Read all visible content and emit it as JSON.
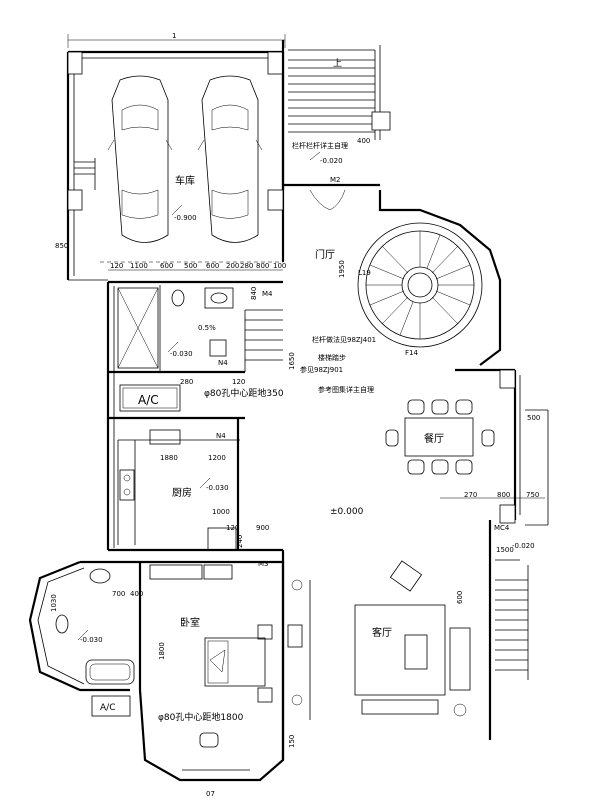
{
  "rooms": {
    "garage": "车库",
    "foyer": "门厅",
    "dining": "餐厅",
    "kitchen": "厨房",
    "bedroom": "卧室",
    "living": "客厅"
  },
  "doors": {
    "m2": "M2",
    "m3": "M3",
    "m4": "M4",
    "n4a": "N4",
    "n4b": "N4",
    "mc4": "MC4"
  },
  "levels": {
    "garage": "-0.900",
    "entry": "-0.020",
    "bath": "-0.030",
    "kitchen": "-0.030",
    "master_bath": "-0.030",
    "living": "±0.000",
    "terrace": "-0.020"
  },
  "ac": {
    "upper": "A/C",
    "lower": "A/C"
  },
  "notes": {
    "stair_top": "栏杆栏杆详主自理",
    "railing": "栏杆做法见98ZJ401",
    "railing_b": "参见98ZJ901",
    "hole_a": "φ80孔中心距地350",
    "hole_b": "φ80孔中心距地1800",
    "floor_note": "参考图集详主自理",
    "up": "上",
    "stair_mark_a": "L19",
    "stair_mark_b": "F14",
    "slope": "0.5%",
    "stair_note": "楼梯踏步"
  },
  "dims": {
    "garage_row": [
      "120",
      "1100",
      "600",
      "500",
      "600",
      "200",
      "280",
      "800",
      "100"
    ],
    "d_400": "400",
    "d_1950": "1950",
    "d_1200": "1200",
    "d_1000": "1000",
    "d_900": "900",
    "d_120a": "120",
    "d_120b": "120",
    "d_280": "280",
    "d_1880": "1880",
    "d_270": "270",
    "d_800": "800",
    "d_750": "750",
    "d_500": "500",
    "d_1500": "1500",
    "d_700": "700",
    "d_400b": "400",
    "d_1030": "1030",
    "d_1800": "1800",
    "d_150": "150",
    "d_07": "07",
    "d_1": "1",
    "d_840": "840",
    "d_1650": "1650",
    "d_850": "850",
    "d_600": "600",
    "d_240": "240"
  }
}
